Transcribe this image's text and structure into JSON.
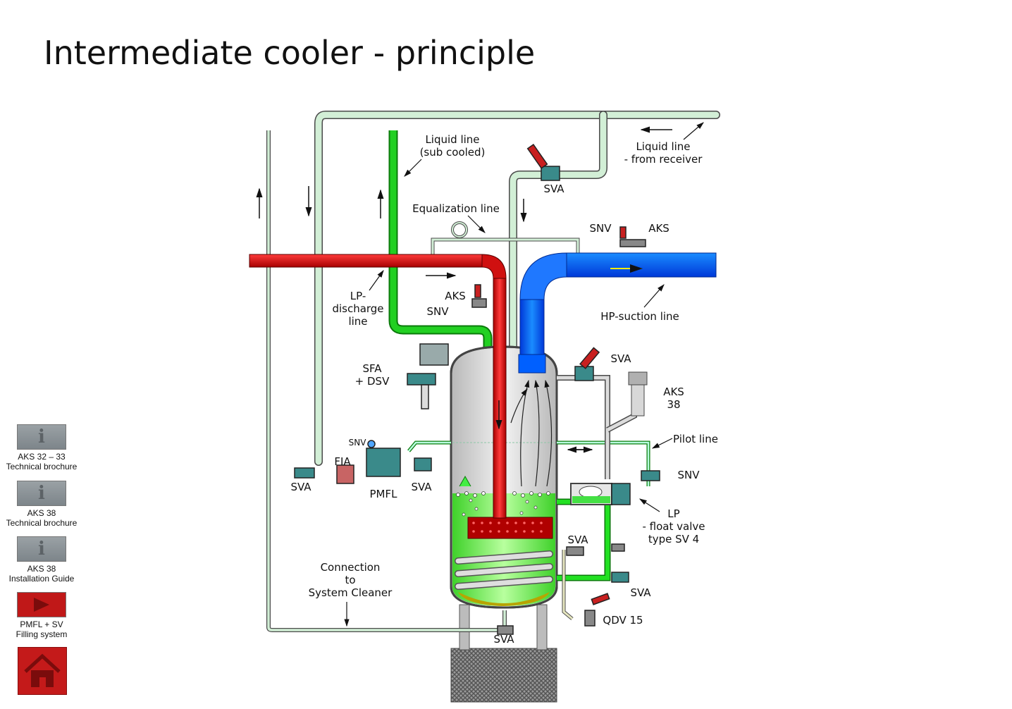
{
  "title": "Intermediate cooler - principle",
  "diagram": {
    "labels": {
      "liquid_line_sub_cooled_1": "Liquid line",
      "liquid_line_sub_cooled_2": "(sub cooled)",
      "liquid_line_receiver_1": "Liquid line",
      "liquid_line_receiver_2": "- from receiver",
      "sva_top": "SVA",
      "equalization_line": "Equalization line",
      "snv_top": "SNV",
      "aks_top": "AKS",
      "hp_suction_line": "HP-suction line",
      "lp_discharge_1": "LP-",
      "lp_discharge_2": "discharge",
      "lp_discharge_3": "line",
      "aks_mid": "AKS",
      "snv_mid": "SNV",
      "sfa_dsv_1": "SFA",
      "sfa_dsv_2": "+ DSV",
      "sva_right": "SVA",
      "aks38_1": "AKS",
      "aks38_2": "38",
      "pilot_line": "Pilot line",
      "snv_right": "SNV",
      "lp_float_1": "LP",
      "lp_float_2": "- float valve",
      "lp_float_3": "type SV 4",
      "snv_small": "SNV",
      "fia": "FIA",
      "sva_left": "SVA",
      "pmfl": "PMFL",
      "sva_pmfl": "SVA",
      "sva_lower": "SVA",
      "sva_bottom_right": "SVA",
      "qdv15": "QDV 15",
      "connection_1": "Connection",
      "connection_2": "to",
      "connection_3": "System Cleaner",
      "sva_bottom": "SVA"
    }
  },
  "nav": {
    "items": [
      {
        "icon": "info-icon",
        "label_1": "AKS 32 – 33",
        "label_2": "Technical brochure"
      },
      {
        "icon": "info-icon",
        "label_1": "AKS 38",
        "label_2": "Technical brochure"
      },
      {
        "icon": "info-icon",
        "label_1": "AKS 38",
        "label_2": "Installation Guide"
      },
      {
        "icon": "play-icon",
        "label_1": "PMFL + SV",
        "label_2": "Filling system"
      }
    ],
    "home_icon": "home-icon"
  },
  "colors": {
    "liquid_pipe": "#d2efd6",
    "green_line": "#22d022",
    "discharge_red": "#cc1111",
    "suction_blue": "#1a6cff",
    "vessel_gray": "#d8d8d8",
    "liquid_green": "#66ff44",
    "nav_red": "#c01818"
  }
}
